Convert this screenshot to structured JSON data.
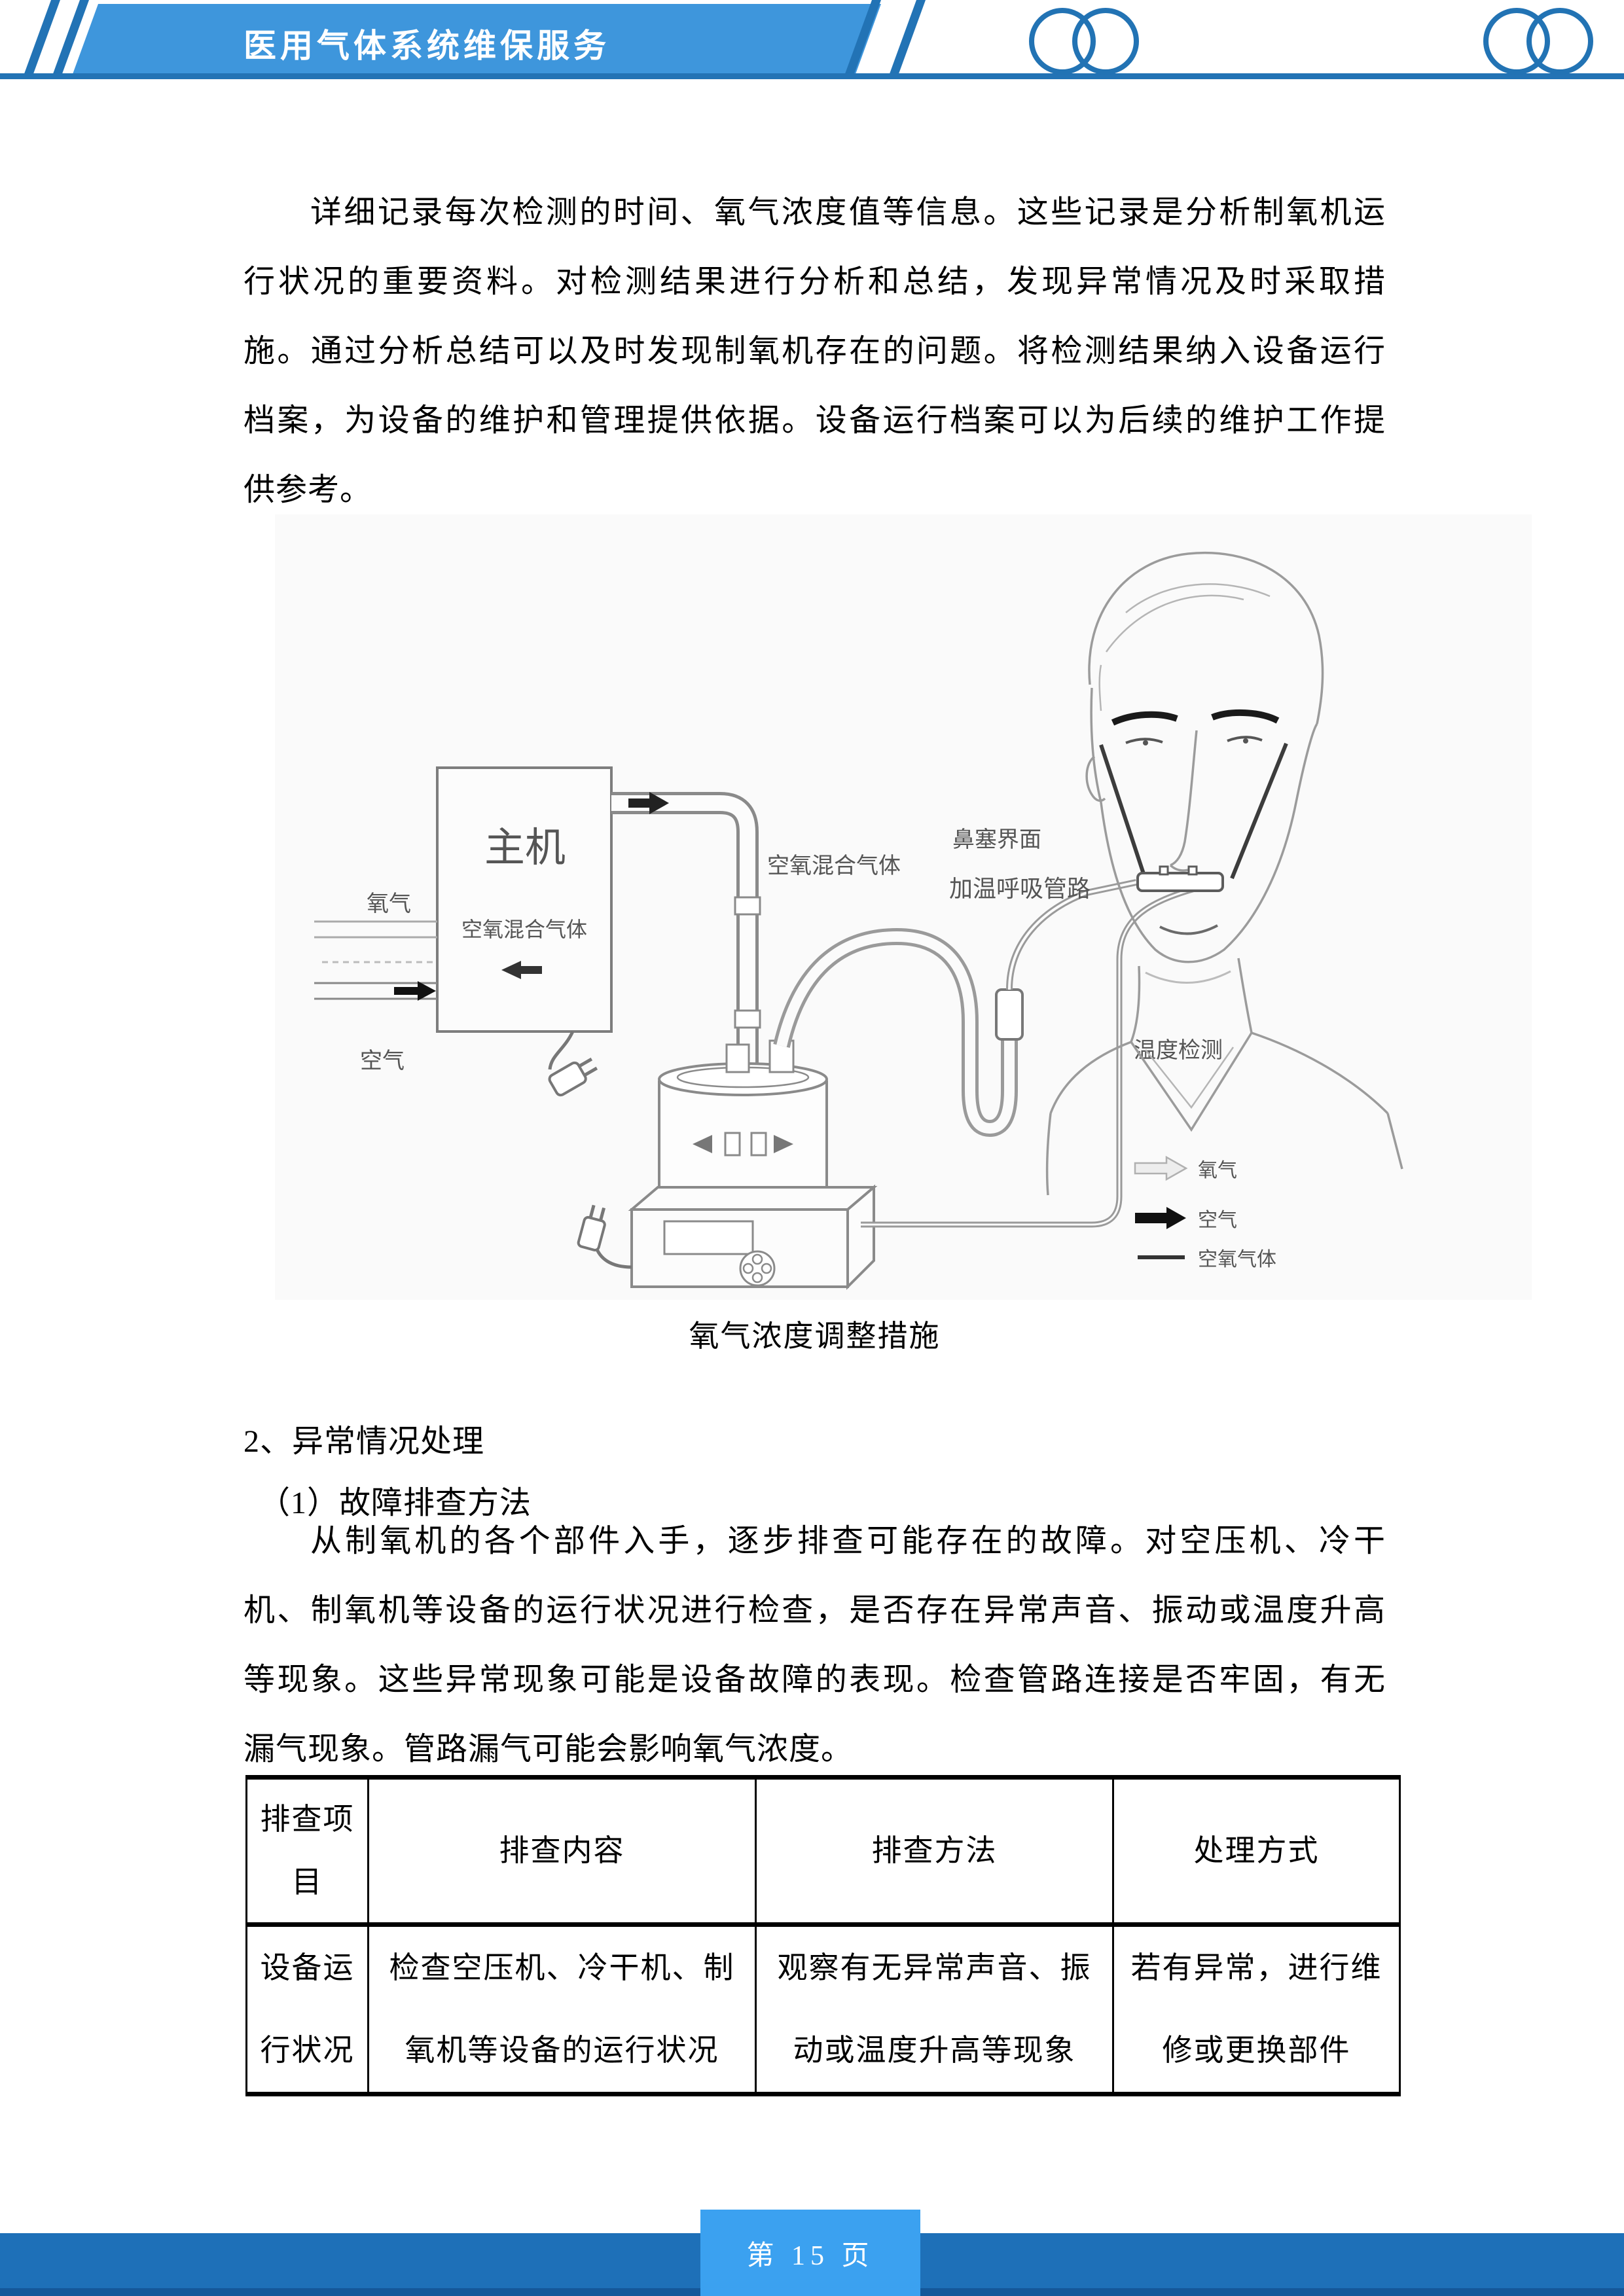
{
  "header": {
    "title": "医用气体系统维保服务"
  },
  "p1": {
    "lines": [
      "详细记录每次检测的时间、氧气浓度值等信息。这些记录是分析制氧机运",
      "行状况的重要资料。对检测结果进行分析和总结，发现异常情况及时采取措",
      "施。通过分析总结可以及时发现制氧机存在的问题。将检测结果纳入设备运行",
      "档案，为设备的维护和管理提供依据。设备运行档案可以为后续的维护工作提",
      "供参考。"
    ]
  },
  "fig": {
    "caption": "氧气浓度调整措施",
    "labels": {
      "main_unit": "主机",
      "mixed_inside": "空氧混合气体",
      "oxygen_in": "氧气",
      "air_in": "空气",
      "pipe_gas": "空氧混合气体",
      "heated_circuit": "加温呼吸管路",
      "nasal_interface": "鼻塞界面",
      "temp_detect": "温度检测",
      "legend_oxygen": "氧气",
      "legend_air": "空气",
      "legend_mixed": "空氧气体"
    }
  },
  "sec": {
    "h2": "2、异常情况处理",
    "h3": "（1）故障排查方法"
  },
  "p2": {
    "lines": [
      "从制氧机的各个部件入手，逐步排查可能存在的故障。对空压机、冷干",
      "机、制氧机等设备的运行状况进行检查，是否存在异常声音、振动或温度升高",
      "等现象。这些异常现象可能是设备故障的表现。检查管路连接是否牢固，有无",
      "漏气现象。管路漏气可能会影响氧气浓度。"
    ]
  },
  "table": {
    "headers": [
      "排查项目",
      "排查内容",
      "排查方法",
      "处理方式"
    ],
    "rows": [
      [
        "设备运行状况",
        "检查空压机、冷干机、制氧机等设备的运行状况",
        "观察有无异常声音、振动或温度升高等现象",
        "若有异常，进行维修或更换部件"
      ]
    ]
  },
  "footer": {
    "page_label": "第 15 页"
  }
}
